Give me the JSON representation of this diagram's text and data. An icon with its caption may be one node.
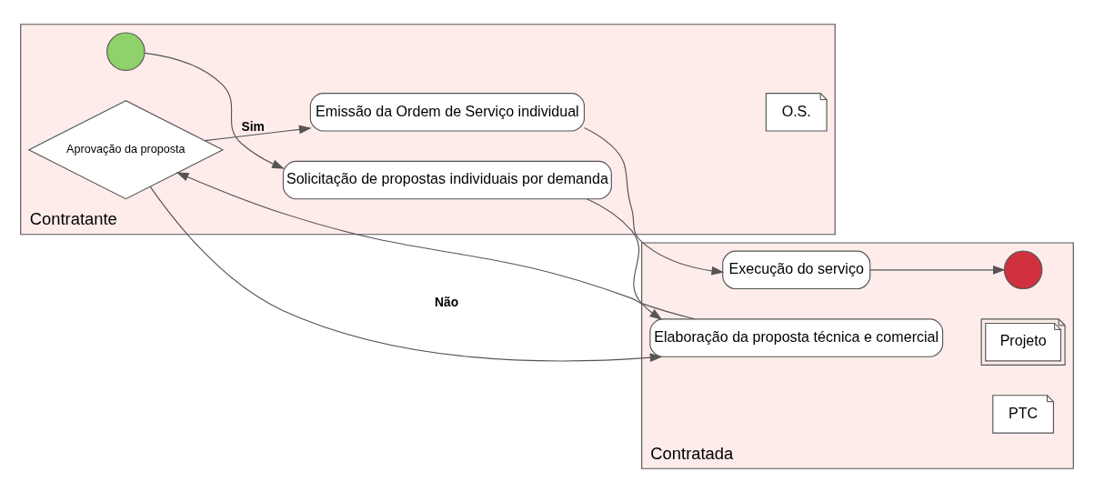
{
  "diagram": {
    "nodes": [
      {
        "text": [
          "Contratada"
        ]
      },
      {
        "text": [
          "Elaboração da proposta técnica e comercial"
        ],
        "in": 0
      },
      {
        "text": [
          "PTC"
        ],
        "in": 0
      },
      {
        "text": [
          "Execução do serviço"
        ],
        "in": 0
      },
      {
        "text": [
          "Projeto"
        ],
        "in": 0
      },
      {
        "text": [],
        "shape": "circle",
        "in": 0
      },
      {
        "text": [
          "Contratante"
        ]
      },
      {
        "text": [],
        "shape": "circle",
        "in": 6
      },
      {
        "text": [
          "Solicitação de propostas individuais por demanda"
        ],
        "in": 6
      },
      {
        "text": [
          "Aprovação da proposta"
        ],
        "in": 6
      },
      {
        "text": [
          "Emissão da Ordem de Serviço individual"
        ],
        "in": 6
      },
      {
        "text": [
          "O.S."
        ],
        "in": 6
      }
    ],
    "edges": [
      {
        "from": 7,
        "to": 8,
        "arrow": "to"
      },
      {
        "from": 8,
        "to": 1,
        "arrow": "to"
      },
      {
        "from": 1,
        "to": 9,
        "arrow": "to"
      },
      {
        "from": 9,
        "to": 1,
        "arrow": "to",
        "label": "Não"
      },
      {
        "from": 9,
        "to": 10,
        "arrow": "to",
        "label": "Sim"
      },
      {
        "from": 10,
        "to": 3,
        "arrow": "to"
      },
      {
        "from": 3,
        "to": 5,
        "arrow": "to"
      }
    ]
  }
}
